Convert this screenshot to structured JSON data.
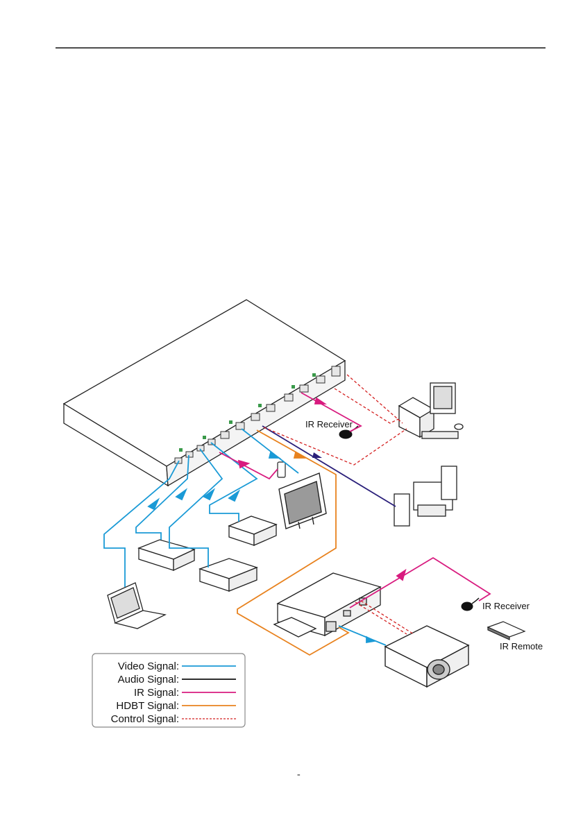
{
  "labels": {
    "ir_receiver_top": "IR Receiver",
    "ir_receiver_right": "IR Receiver",
    "ir_remote": "IR Remote"
  },
  "legend": {
    "items": [
      {
        "label": "Video Signal:",
        "color": "#1a9ad6",
        "style": "solid"
      },
      {
        "label": "Audio Signal:",
        "color": "#111111",
        "style": "solid"
      },
      {
        "label": "IR  Signal:",
        "color": "#d81b7f",
        "style": "solid"
      },
      {
        "label": "HDBT  Signal:",
        "color": "#e8821e",
        "style": "solid"
      },
      {
        "label": "Control  Signal:",
        "color": "#d42020",
        "style": "dashed"
      }
    ]
  },
  "colors": {
    "video": "#1a9ad6",
    "audio_long": "#2a1f7a",
    "ir": "#d81b7f",
    "hdbt": "#e8821e",
    "control": "#d42020"
  },
  "page": {
    "number": "-"
  }
}
